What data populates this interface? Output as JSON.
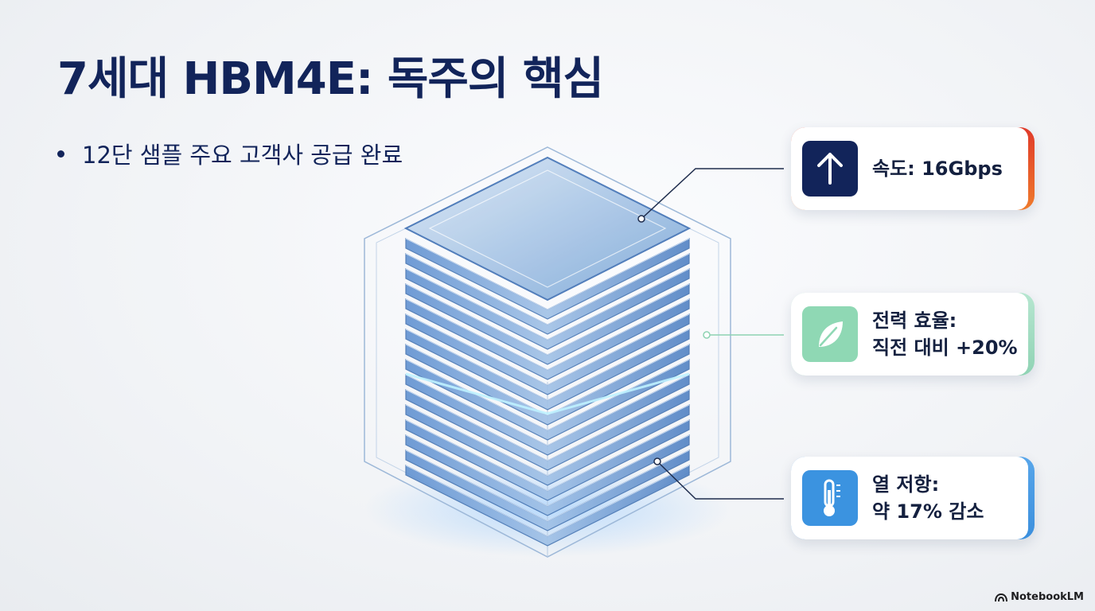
{
  "slide": {
    "title": "7세대 HBM4E: 독주의 핵심",
    "bullets": [
      "12단 샘플 주요 고객사 공급 완료"
    ]
  },
  "cards": {
    "speed": {
      "line1": "속도: 16Gbps",
      "icon": "arrow-up-icon",
      "icon_color": "#12245a",
      "accent": "#e8441f"
    },
    "power": {
      "line1": "전력 효율:",
      "line2": "직전 대비 +20%",
      "icon": "leaf-icon",
      "icon_color": "#8fd8b4",
      "accent": "#9fdcc0"
    },
    "thermal": {
      "line1": "열 저항:",
      "line2": "약 17% 감소",
      "icon": "thermometer-icon",
      "icon_color": "#3b93e0",
      "accent": "#3b93e0"
    }
  },
  "branding": {
    "name": "NotebookLM",
    "icon": "notebooklm-logo-icon"
  },
  "stack": {
    "layer_count": 16
  }
}
